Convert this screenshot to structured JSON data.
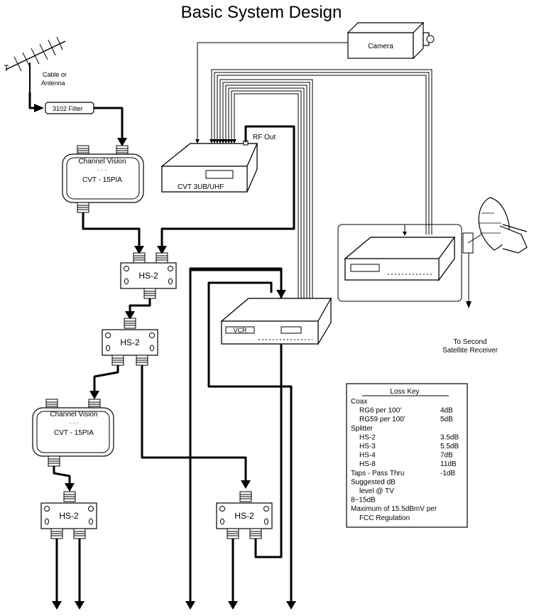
{
  "title": "Basic System Design",
  "labels": {
    "cable_antenna_line1": "Cable or",
    "cable_antenna_line2": "Antenna",
    "filter": "3102 Filter",
    "camera": "Camera",
    "rf_out": "RF Out",
    "modulator": "CVT 3UB/UHF",
    "amp_brand": "Channel Vision",
    "amp_dots": ". . .",
    "amp_model": "CVT - 15PIA",
    "splitter": "HS-2",
    "vcr": "VCR",
    "satellite_note_line1": "To Second",
    "satellite_note_line2": "Satellite Receiver"
  },
  "loss_key": {
    "title": "Loss Key",
    "rows": [
      {
        "label": "Coax",
        "value": "",
        "indent": 0
      },
      {
        "label": "RG6 per 100'",
        "value": "4dB",
        "indent": 1
      },
      {
        "label": "RG59 per 100'",
        "value": "5dB",
        "indent": 1
      },
      {
        "label": "Splitter",
        "value": "",
        "indent": 0
      },
      {
        "label": "HS-2",
        "value": "3.5dB",
        "indent": 1
      },
      {
        "label": "HS-3",
        "value": "5.5dB",
        "indent": 1
      },
      {
        "label": "HS-4",
        "value": "7dB",
        "indent": 1
      },
      {
        "label": "HS-8",
        "value": "11dB",
        "indent": 1
      },
      {
        "label": "Taps - Pass Thru",
        "value": "-1dB",
        "indent": 0
      },
      {
        "label": "Suggested dB",
        "value": "",
        "indent": 0
      },
      {
        "label": "level @ TV",
        "value": "",
        "indent": 1
      },
      {
        "label": "8~15dB",
        "value": "",
        "indent": 0
      },
      {
        "label": "Maximum of 15.5dBmV per",
        "value": "",
        "indent": 0
      },
      {
        "label": "FCC Regulation",
        "value": "",
        "indent": 1
      }
    ]
  }
}
